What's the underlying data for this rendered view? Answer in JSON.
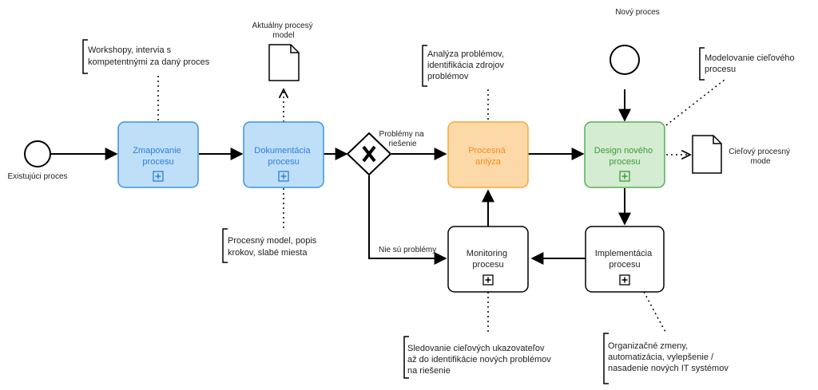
{
  "events": {
    "start_existing": "Existujúci proces",
    "start_new": "Nový proces"
  },
  "tasks": {
    "mapping": [
      "Zmapovanie",
      "procesu"
    ],
    "documentation": [
      "Dokumentácia",
      "procesu"
    ],
    "analysis": [
      "Procesná",
      "anlýza"
    ],
    "design": [
      "Design nového",
      "procesu"
    ],
    "implementation": [
      "Implementácia",
      "procesu"
    ],
    "monitoring": [
      "Monitoring",
      "procesu"
    ]
  },
  "gateway": {
    "label_yes": [
      "Problémy na",
      "riešenie"
    ],
    "label_no": "Nie sú problémy"
  },
  "data_objects": {
    "current_model": [
      "Aktuálny procesý",
      "model"
    ],
    "target_model": [
      "Cieľový procesný",
      "mode"
    ]
  },
  "annotations": {
    "workshop": [
      "Workshopy, intervia s",
      "kompetentnými za daný proces"
    ],
    "process_model": [
      "Procesný model, popis",
      "krokov, slabé miesta"
    ],
    "problem_analysis": [
      "Analýza problémov,",
      "identifikácia zdrojov",
      "problémov"
    ],
    "target_modeling": [
      "Modelovanie cieľového",
      "procesu"
    ],
    "kpi_tracking": [
      "Sledovanie cieľových ukazovateľov",
      "až do identifikácie nových problémov",
      "na riešenie"
    ],
    "org_changes": [
      "Organizačné zmeny,",
      "automatizácia, vylepšenie /",
      "nasadenie nových IT systémov"
    ]
  },
  "colors": {
    "blue_fill": "#bfdff9",
    "blue_stroke": "#3b93e3",
    "blue_text": "#2a7fd4",
    "orange_fill": "#fdd9a8",
    "orange_stroke": "#f5a63a",
    "orange_text": "#f28c1f",
    "green_fill": "#d4ecd2",
    "green_stroke": "#56ad52",
    "green_text": "#3f9a3b"
  }
}
